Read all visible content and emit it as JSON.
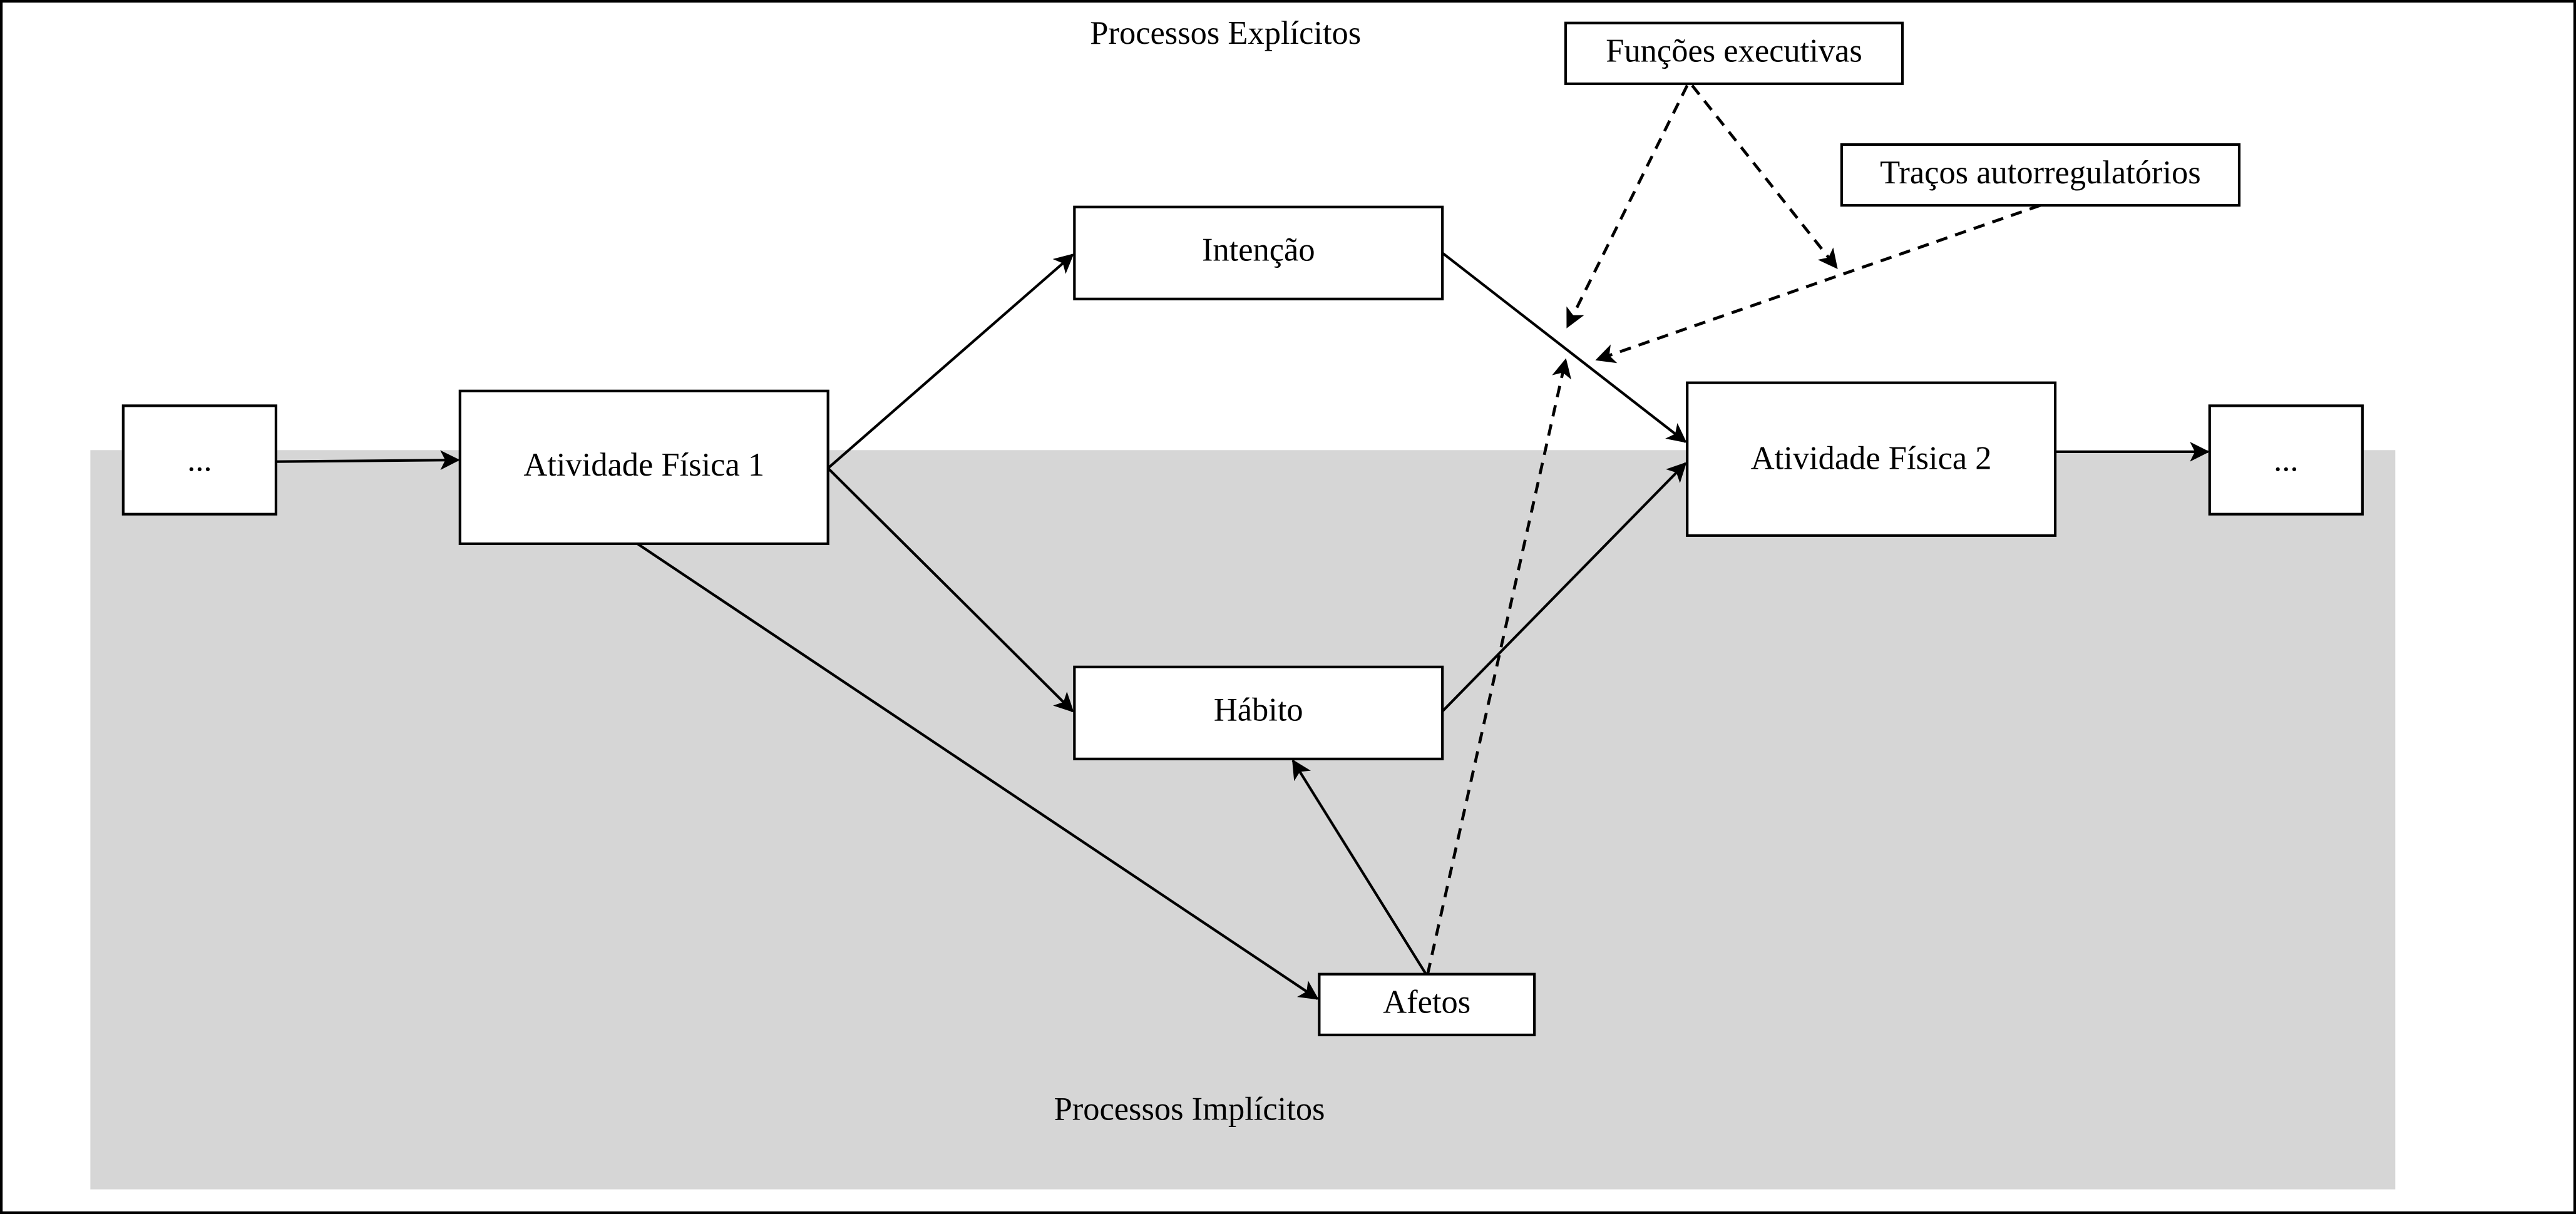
{
  "diagram": {
    "regions": {
      "explicit_label": "Processos Explícitos",
      "implicit_label": "Processos Implícitos",
      "implicit_fill": "#d6d6d6"
    },
    "nodes": [
      {
        "id": "prev",
        "label": "..."
      },
      {
        "id": "af1",
        "label": "Atividade Física 1"
      },
      {
        "id": "intencao",
        "label": "Intenção"
      },
      {
        "id": "habito",
        "label": "Hábito"
      },
      {
        "id": "afetos",
        "label": "Afetos"
      },
      {
        "id": "af2",
        "label": "Atividade Física 2"
      },
      {
        "id": "next",
        "label": "..."
      },
      {
        "id": "funcoes",
        "label": "Funções executivas"
      },
      {
        "id": "tracos",
        "label": "Traços autorregulatórios"
      }
    ],
    "edges": [
      {
        "from": "prev",
        "to": "af1",
        "style": "solid"
      },
      {
        "from": "af1",
        "to": "intencao",
        "style": "solid"
      },
      {
        "from": "af1",
        "to": "habito",
        "style": "solid"
      },
      {
        "from": "af1",
        "to": "afetos",
        "style": "solid"
      },
      {
        "from": "intencao",
        "to": "af2",
        "style": "solid"
      },
      {
        "from": "habito",
        "to": "af2",
        "style": "solid"
      },
      {
        "from": "afetos",
        "to": "habito",
        "style": "solid"
      },
      {
        "from": "af2",
        "to": "next",
        "style": "solid"
      },
      {
        "from": "funcoes",
        "to": "intencao-af2-path",
        "style": "dashed"
      },
      {
        "from": "funcoes",
        "to": "tracos-path",
        "style": "dashed"
      },
      {
        "from": "tracos",
        "to": "intencao-af2-path",
        "style": "dashed"
      },
      {
        "from": "afetos",
        "to": "intencao-af2-path",
        "style": "dashed"
      }
    ]
  }
}
